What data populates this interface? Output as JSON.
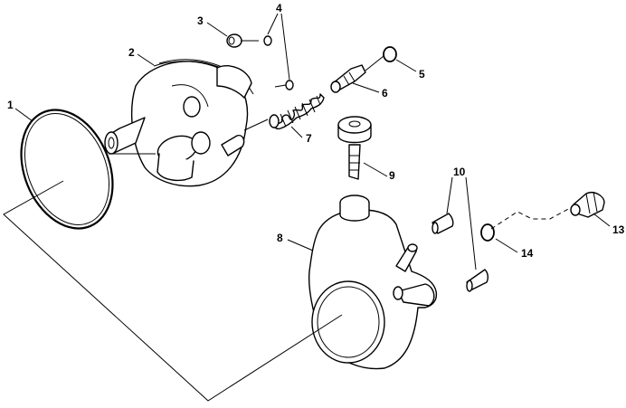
{
  "callouts": {
    "c1": "1",
    "c2": "2",
    "c3": "3",
    "c4": "4",
    "c5": "5",
    "c6": "6",
    "c7": "7",
    "c8": "8",
    "c9": "9",
    "c10": "10",
    "c13": "13",
    "c14": "14"
  }
}
